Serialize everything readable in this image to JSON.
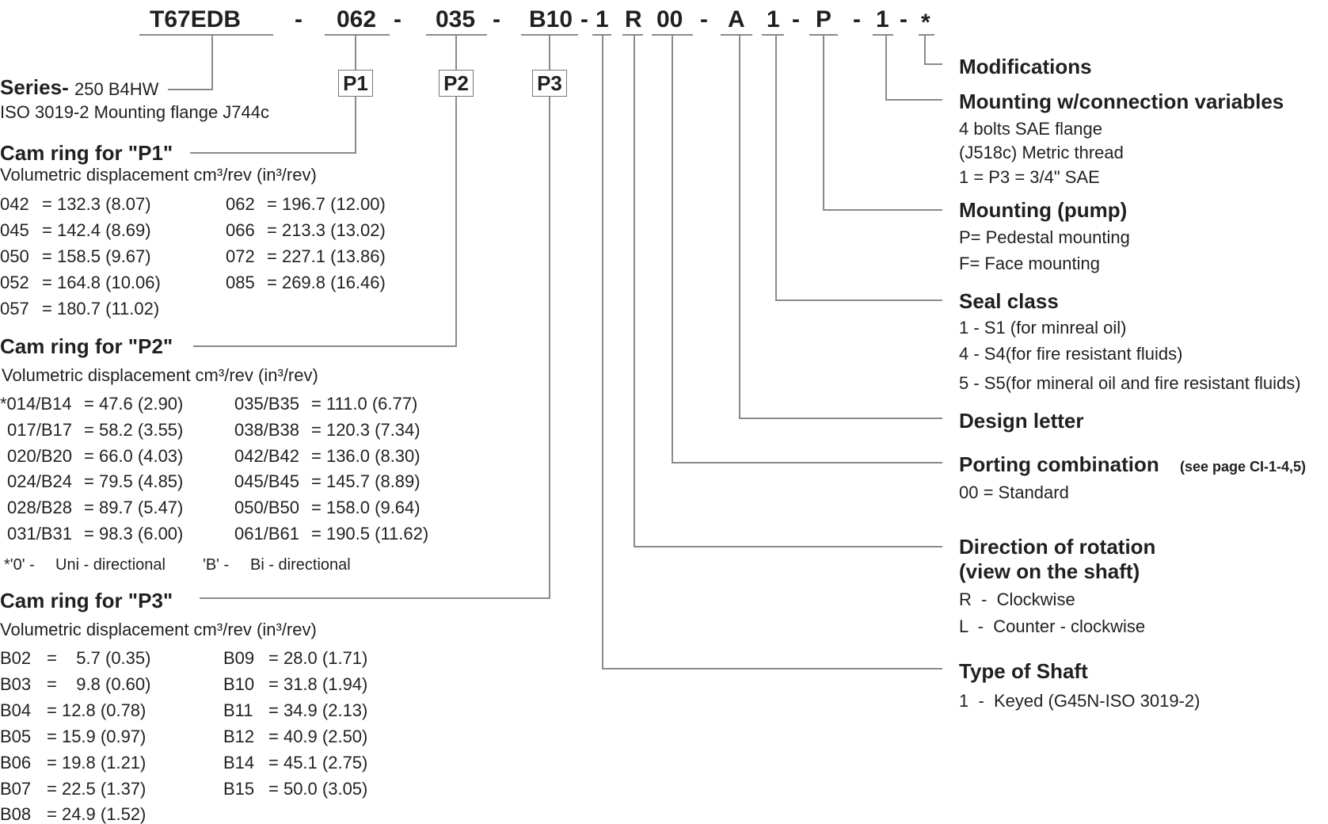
{
  "code": {
    "segments": [
      "T67EDB",
      "-",
      "062",
      "-",
      "035",
      "-",
      "B10",
      "-",
      "1",
      "R",
      "00",
      "-",
      "A",
      "1",
      "-",
      "P",
      "-",
      "1",
      "-",
      "*"
    ]
  },
  "boxes": [
    "P1",
    "P2",
    "P3"
  ],
  "left": {
    "series": {
      "title": "Series-",
      "value": "250 B4HW",
      "line2": "ISO 3019-2 Mounting flange J744c"
    },
    "p1": {
      "title": "Cam ring for \"P1\"",
      "subtitle": "Volumetric displacement cm³/rev (in³/rev)",
      "col1": [
        {
          "code": "042",
          "value": "= 132.3 (8.07)"
        },
        {
          "code": "045",
          "value": "= 142.4 (8.69)"
        },
        {
          "code": "050",
          "value": "= 158.5 (9.67)"
        },
        {
          "code": "052",
          "value": "= 164.8 (10.06)"
        },
        {
          "code": "057",
          "value": "= 180.7 (11.02)"
        }
      ],
      "col2": [
        {
          "code": "062",
          "value": "= 196.7 (12.00)"
        },
        {
          "code": "066",
          "value": "= 213.3 (13.02)"
        },
        {
          "code": "072",
          "value": "= 227.1 (13.86)"
        },
        {
          "code": "085",
          "value": "= 269.8 (16.46)"
        }
      ]
    },
    "p2": {
      "title": "Cam ring for \"P2\"",
      "subtitle": "Volumetric displacement cm³/rev (in³/rev)",
      "col1": [
        {
          "code": "*014/B14",
          "value": "= 47.6 (2.90)"
        },
        {
          "code": "017/B17",
          "value": "= 58.2 (3.55)"
        },
        {
          "code": "020/B20",
          "value": "= 66.0 (4.03)"
        },
        {
          "code": "024/B24",
          "value": "= 79.5 (4.85)"
        },
        {
          "code": "028/B28",
          "value": "= 89.7 (5.47)"
        },
        {
          "code": "031/B31",
          "value": "= 98.3 (6.00)"
        }
      ],
      "col2": [
        {
          "code": "035/B35",
          "value": "= 111.0 (6.77)"
        },
        {
          "code": "038/B38",
          "value": "= 120.3 (7.34)"
        },
        {
          "code": "042/B42",
          "value": "= 136.0 (8.30)"
        },
        {
          "code": "045/B45",
          "value": "= 145.7 (8.89)"
        },
        {
          "code": "050/B50",
          "value": "= 158.0 (9.64)"
        },
        {
          "code": "061/B61",
          "value": "= 190.5 (11.62)"
        }
      ],
      "footnote": [
        "*'0' -",
        "Uni - directional",
        "'B' -",
        "Bi - directional"
      ]
    },
    "p3": {
      "title": "Cam ring for \"P3\"",
      "subtitle": "Volumetric displacement cm³/rev (in³/rev)",
      "col1": [
        {
          "code": "B02",
          "value": "=    5.7 (0.35)"
        },
        {
          "code": "B03",
          "value": "=    9.8 (0.60)"
        },
        {
          "code": "B04",
          "value": "= 12.8 (0.78)"
        },
        {
          "code": "B05",
          "value": "= 15.9 (0.97)"
        },
        {
          "code": "B06",
          "value": "= 19.8 (1.21)"
        },
        {
          "code": "B07",
          "value": "= 22.5 (1.37)"
        },
        {
          "code": "B08",
          "value": "= 24.9 (1.52)"
        }
      ],
      "col2": [
        {
          "code": "B09",
          "value": "= 28.0 (1.71)"
        },
        {
          "code": "B10",
          "value": "= 31.8 (1.94)"
        },
        {
          "code": "B11",
          "value": "= 34.9 (2.13)"
        },
        {
          "code": "B12",
          "value": "= 40.9 (2.50)"
        },
        {
          "code": "B14",
          "value": "= 45.1 (2.75)"
        },
        {
          "code": "B15",
          "value": "= 50.0 (3.05)"
        }
      ]
    }
  },
  "right": {
    "modifications": {
      "title": "Modifications"
    },
    "mounting_conn": {
      "title": "Mounting w/connection variables",
      "lines": [
        "4 bolts SAE flange",
        "(J518c) Metric thread",
        "1 = P3 = 3/4\" SAE"
      ]
    },
    "mounting_pump": {
      "title": "Mounting (pump)",
      "lines": [
        "P= Pedestal mounting",
        "F= Face mounting"
      ]
    },
    "seal": {
      "title": "Seal class",
      "lines": [
        "1 - S1 (for minreal oil)",
        "4 - S4(for fire resistant fluids)",
        "5 - S5(for mineral oil and fire resistant fluids)"
      ]
    },
    "design": {
      "title": "Design letter"
    },
    "porting": {
      "title": "Porting combination",
      "note": "(see page CI-1-4,5)",
      "lines": [
        "00 = Standard"
      ]
    },
    "rotation": {
      "title1": "Direction of rotation",
      "title2": "(view on the shaft)",
      "lines": [
        "R  -  Clockwise",
        "L  -  Counter - clockwise"
      ]
    },
    "shaft": {
      "title": "Type of Shaft",
      "lines": [
        "1  -  Keyed (G45N-ISO 3019-2)"
      ]
    }
  }
}
